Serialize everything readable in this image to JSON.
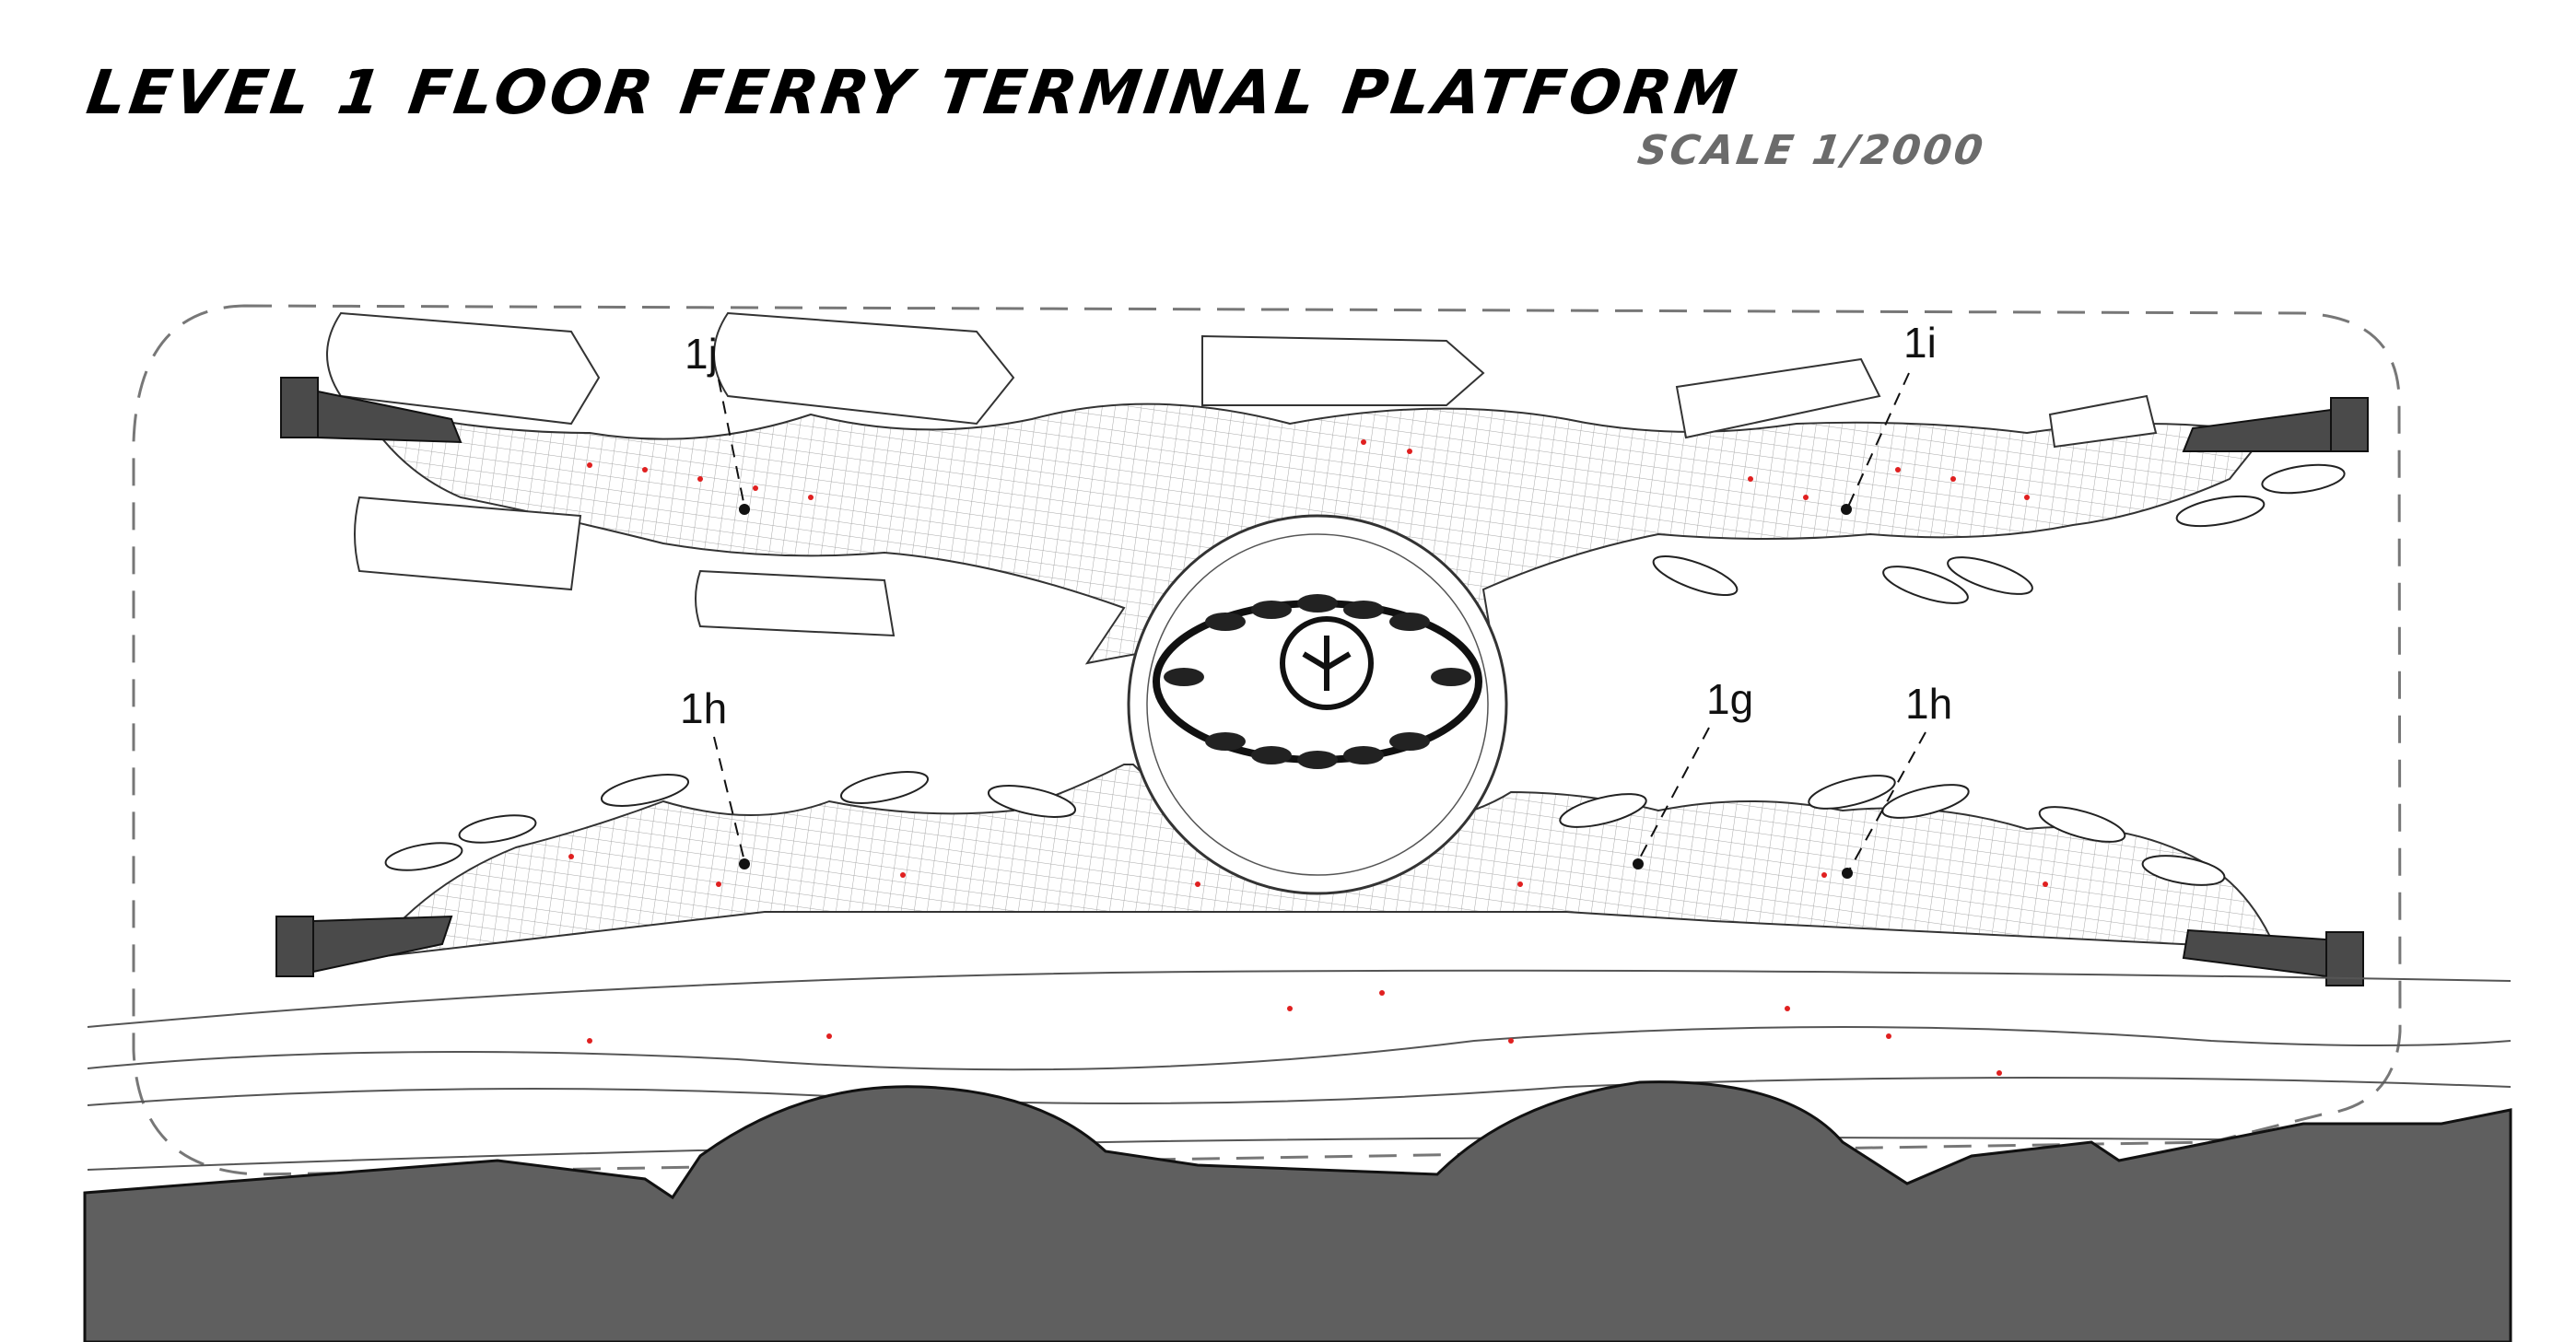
{
  "title": "LEVEL 1 FLOOR FERRY TERMINAL PLATFORM",
  "scale": "SCALE 1/2000",
  "labels": {
    "l1j": "1j",
    "l1i": "1i",
    "l1h_left": "1h",
    "l1g": "1g",
    "l1h_right": "1h"
  },
  "colors": {
    "land": "#5f5f5f",
    "block": "#4a4a4a",
    "line": "#222222",
    "hatch": "#9a9a9a",
    "marker": "#e02020"
  }
}
